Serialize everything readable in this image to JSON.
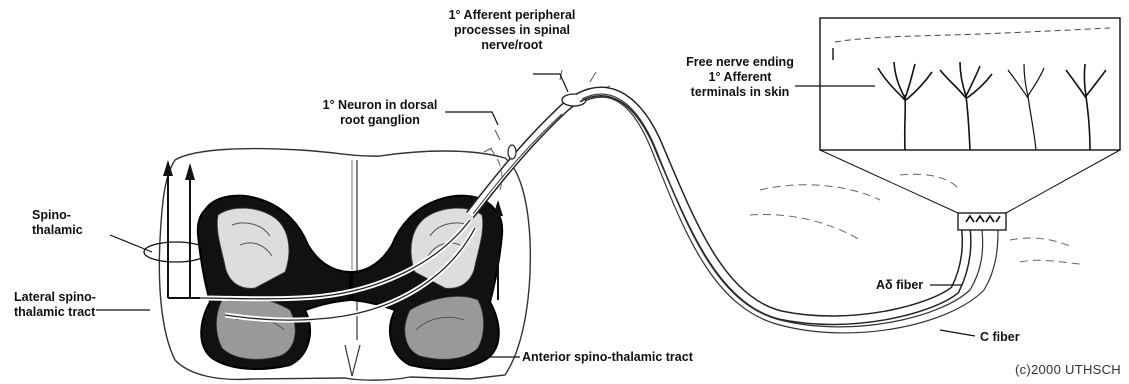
{
  "labels": {
    "afferent_peripheral": [
      "1° Afferent peripheral",
      "processes in spinal",
      "nerve/root"
    ],
    "dorsal_root_ganglion": [
      "1° Neuron in dorsal",
      "root ganglion"
    ],
    "free_nerve_ending": [
      "Free nerve ending",
      "1° Afferent",
      "terminals in skin"
    ],
    "spinothalamic": [
      "Spino-",
      "thalamic"
    ],
    "lateral_tract": [
      "Lateral spino-",
      "thalamic tract"
    ],
    "anterior_tract": "Anterior spino-thalamic tract",
    "a_delta_fiber": "Aδ fiber",
    "c_fiber": "C fiber"
  },
  "copyright": "(c)2000 UTHSCH"
}
